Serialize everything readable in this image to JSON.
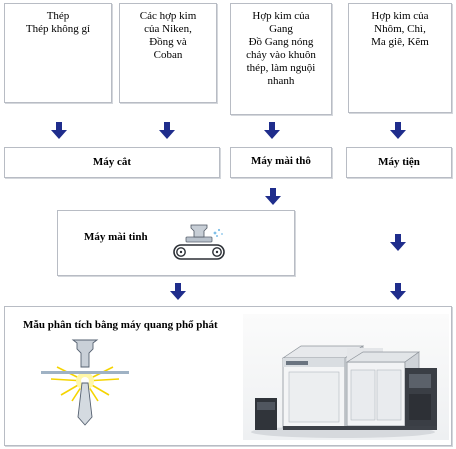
{
  "sources": [
    {
      "id": "s1",
      "lines": [
        "Thép",
        "Thép không gỉ"
      ]
    },
    {
      "id": "s2",
      "lines": [
        "Các hợp kim",
        "của Niken,",
        "Đồng và",
        "Coban"
      ]
    },
    {
      "id": "s3",
      "lines": [
        "Hợp kim của",
        "Gang",
        "Đồ Gang nóng",
        "chảy vào khuôn",
        "thép, làm nguội",
        "nhanh"
      ]
    },
    {
      "id": "s4",
      "lines": [
        "Hợp kim của",
        "Nhôm, Chì,",
        "Ma giê, Kẽm"
      ]
    }
  ],
  "processes": {
    "cutter": "Máy cắt",
    "rough_grinder": "Máy mài thô",
    "lathe": "Máy tiện",
    "fine_grinder": "Máy mài tinh"
  },
  "analysis": {
    "label": "Mẫu phân tích bằng máy quang phổ phát"
  },
  "colors": {
    "arrow": "#1f2d8c",
    "box_border": "#b8bcc4",
    "spark": "#f5d400"
  }
}
